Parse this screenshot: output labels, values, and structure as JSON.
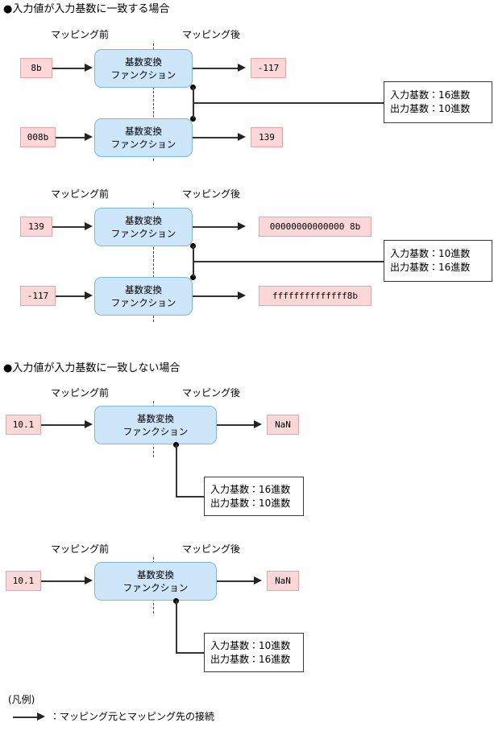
{
  "diagram": {
    "caption_before": "マッピング前",
    "caption_after": "マッピング後",
    "process_line1": "基数変換",
    "process_line2": "ファンクション"
  },
  "sections": [
    {
      "heading": "●入力値が入力基数に一致する場合",
      "rows": [
        {
          "input": "8b",
          "output": "-117"
        },
        {
          "input": "008b",
          "output": "139"
        }
      ],
      "note": {
        "line1": "入力基数：16進数",
        "line2": "出力基数：10進数"
      }
    },
    {
      "heading": "",
      "rows": [
        {
          "input": "139",
          "output": "00000000000000 8b"
        },
        {
          "input": "-117",
          "output": "ffffffffffffff8b"
        }
      ],
      "note": {
        "line1": "入力基数：10進数",
        "line2": "出力基数：16進数"
      }
    },
    {
      "heading": "●入力値が入力基数に一致しない場合",
      "rows": [
        {
          "input": "10.1",
          "output": "NaN"
        }
      ],
      "note": {
        "line1": "入力基数：16進数",
        "line2": "出力基数：10進数"
      }
    },
    {
      "heading": "",
      "rows": [
        {
          "input": "10.1",
          "output": "NaN"
        }
      ],
      "note": {
        "line1": "入力基数：10進数",
        "line2": "出力基数：16進数"
      }
    }
  ],
  "group1": {
    "heading": "●入力値が入力基数に一致する場合",
    "caption_before": "マッピング前",
    "caption_after": "マッピング後",
    "row1": {
      "input": "8b",
      "output": "-117"
    },
    "row2": {
      "input": "008b",
      "output": "139"
    },
    "note": {
      "line1": "入力基数：16進数",
      "line2": "出力基数：10進数"
    }
  },
  "group2": {
    "caption_before": "マッピング前",
    "caption_after": "マッピング後",
    "row1": {
      "input": "139",
      "output": "00000000000000 8b"
    },
    "row2": {
      "input": "-117",
      "output": "ffffffffffffff8b"
    },
    "note": {
      "line1": "入力基数：10進数",
      "line2": "出力基数：16進数"
    }
  },
  "group3": {
    "heading": "●入力値が入力基数に一致しない場合",
    "caption_before": "マッピング前",
    "caption_after": "マッピング後",
    "row1": {
      "input": "10.1",
      "output": "NaN"
    },
    "note": {
      "line1": "入力基数：16進数",
      "line2": "出力基数：10進数"
    }
  },
  "group4": {
    "caption_before": "マッピング前",
    "caption_after": "マッピング後",
    "row1": {
      "input": "10.1",
      "output": "NaN"
    },
    "note": {
      "line1": "入力基数：10進数",
      "line2": "出力基数：16進数"
    }
  },
  "legend": {
    "title": "(凡例)",
    "arrow_desc": "：マッピング元とマッピング先の接続"
  },
  "colors": {
    "chip_fill": "#fbd7d7",
    "chip_border": "#f0a0a0",
    "process_fill": "#cde6fa",
    "process_border": "#7ab6e8",
    "note_border": "#3a3a3a",
    "line": "#333333",
    "background": "#ffffff"
  }
}
